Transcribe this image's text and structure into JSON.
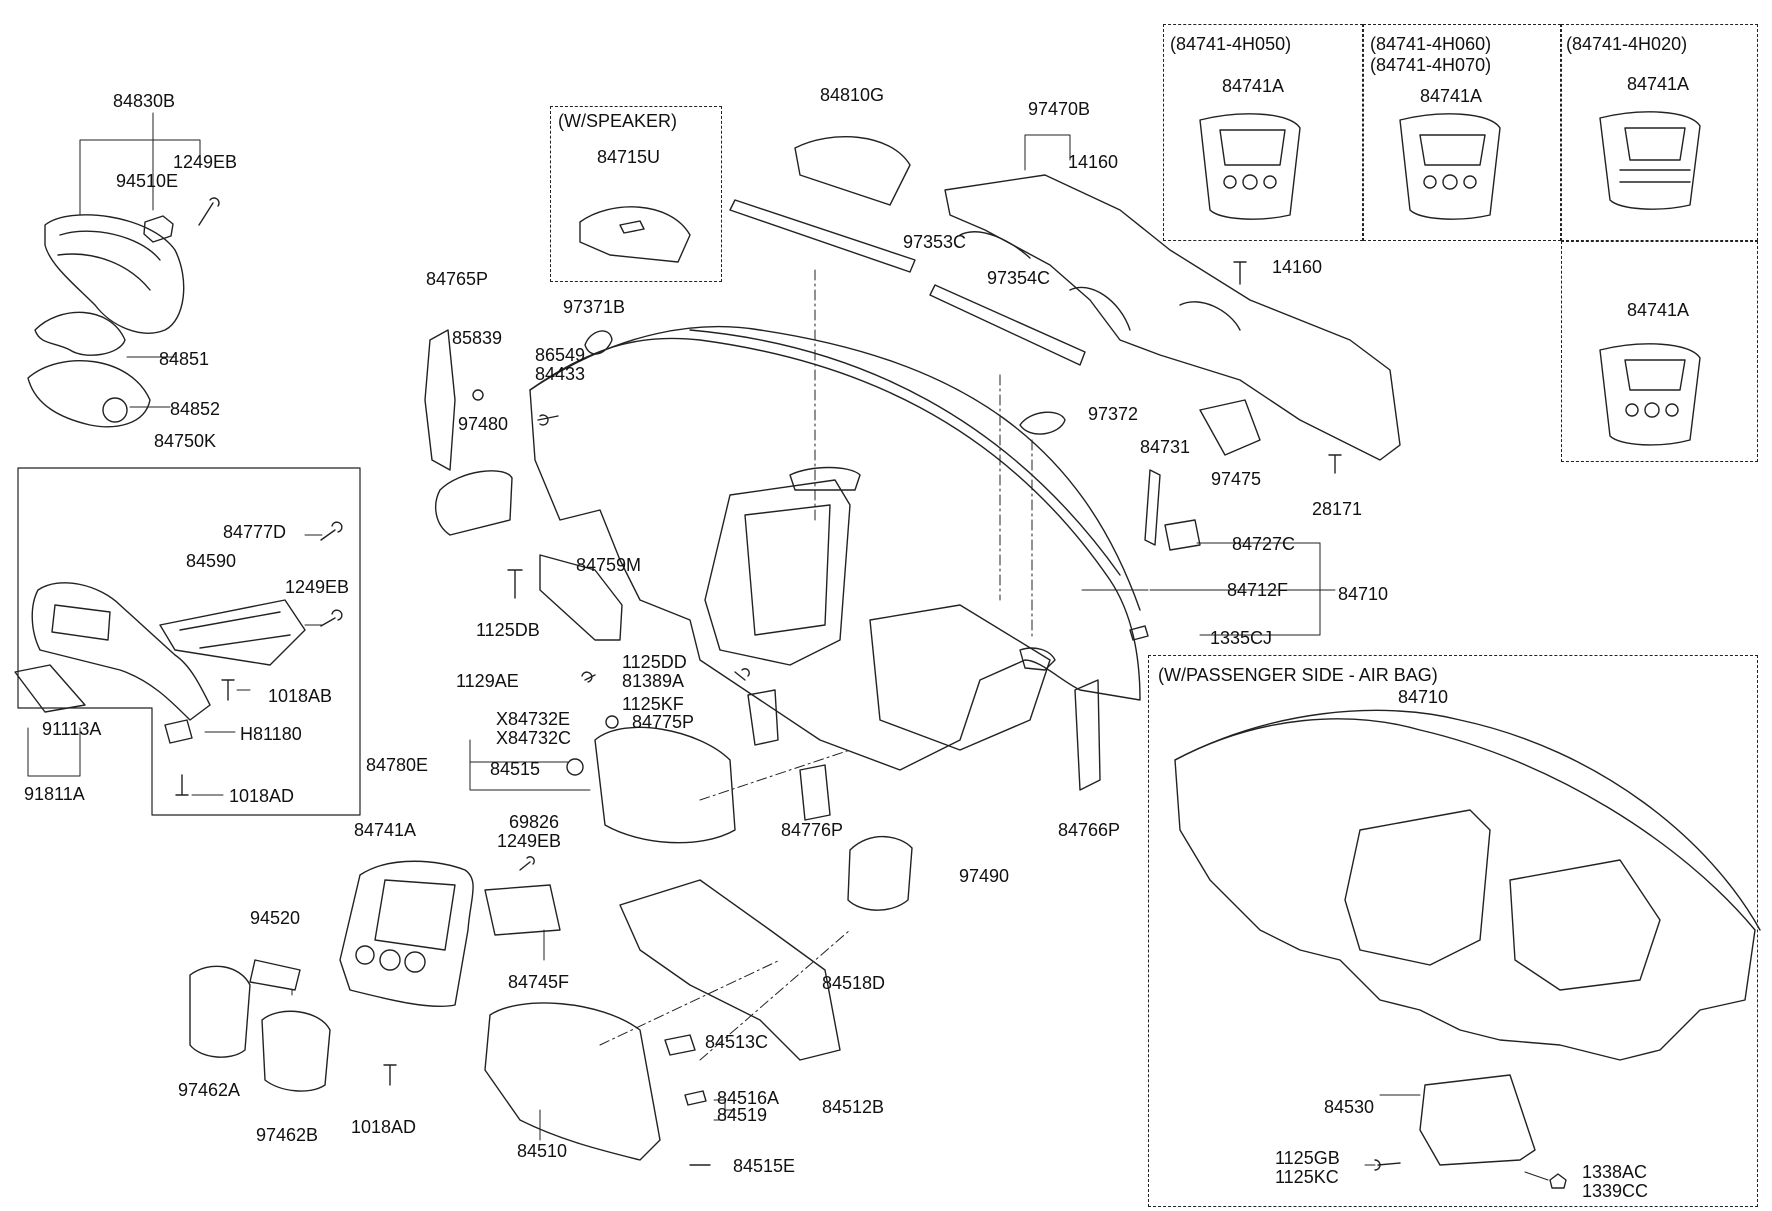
{
  "boxes": {
    "w_speaker": "(W/SPEAKER)",
    "w_passenger_airbag": "(W/PASSENGER SIDE - AIR BAG)",
    "variant_4h050": "(84741-4H050)",
    "variant_4h060": "(84741-4H060)",
    "variant_4h070": "(84741-4H070)",
    "variant_4h020": "(84741-4H020)"
  },
  "labels": {
    "l84830B": "84830B",
    "l1249EB_a": "1249EB",
    "l94510E": "94510E",
    "l84851": "84851",
    "l84852": "84852",
    "l84750K": "84750K",
    "l84777D": "84777D",
    "l84590": "84590",
    "l1249EB_b": "1249EB",
    "l1018AB": "1018AB",
    "l91113A": "91113A",
    "lH81180": "H81180",
    "l91811A": "91811A",
    "l1018AD_a": "1018AD",
    "l84715U": "84715U",
    "l84810G": "84810G",
    "l97353C": "97353C",
    "l84765P": "84765P",
    "l97371B": "97371B",
    "l85839": "85839",
    "l86549": "86549",
    "l84433": "84433",
    "l97480": "97480",
    "l84759M": "84759M",
    "l1125DB": "1125DB",
    "l97470B": "97470B",
    "l14160_a": "14160",
    "l14160_b": "14160",
    "l97354C": "97354C",
    "l97372": "97372",
    "l84731": "84731",
    "l97475": "97475",
    "l28171": "28171",
    "l84727C": "84727C",
    "l84712F": "84712F",
    "l84710_a": "84710",
    "l1335CJ": "1335CJ",
    "l1125DD": "1125DD",
    "l81389A": "81389A",
    "l1129AE": "1129AE",
    "l1125KF": "1125KF",
    "l84775P": "84775P",
    "lX84732E": "X84732E",
    "lX84732C": "X84732C",
    "l84780E": "84780E",
    "l84515": "84515",
    "l84776P": "84776P",
    "l84766P": "84766P",
    "l84741A_main": "84741A",
    "l69826": "69826",
    "l1249EB_c": "1249EB",
    "l94520": "94520",
    "l84745F": "84745F",
    "l97490": "97490",
    "l84518D": "84518D",
    "l97462A": "97462A",
    "l97462B": "97462B",
    "l1018AD_b": "1018AD",
    "l84513C": "84513C",
    "l84516A": "84516A",
    "l84519": "84519",
    "l84512B": "84512B",
    "l84510": "84510",
    "l84515E": "84515E",
    "l84741A_v1": "84741A",
    "l84741A_v2": "84741A",
    "l84741A_v3": "84741A",
    "l84741A_v4": "84741A",
    "l84710_b": "84710",
    "l84530": "84530",
    "l1125GB": "1125GB",
    "l1125KC": "1125KC",
    "l1338AC": "1338AC",
    "l1339CC": "1339CC"
  }
}
